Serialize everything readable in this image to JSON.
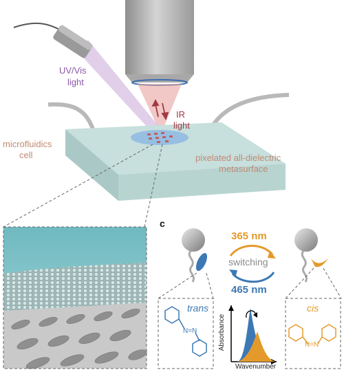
{
  "labels": {
    "uv_vis": "UV/Vis",
    "light_a": "light",
    "ir": "IR",
    "light_b": "light",
    "microfluidics": "microfluidics",
    "cell": "cell",
    "pixelated": "pixelated all-dielectric",
    "metasurface": "metasurface",
    "panel_c": "c",
    "nm365": "365 nm",
    "switching": "switching",
    "nm465": "465 nm",
    "trans": "trans",
    "cis": "cis",
    "absorbance": "Absorbance",
    "wavenumber": "Wavenumber",
    "nn_trans": "N=N",
    "nn_cis": "N=N"
  },
  "colors": {
    "purple": "#8a5aa8",
    "ir_red": "#a23a45",
    "tan": "#c08a73",
    "orange": "#e39a2b",
    "blue": "#3c78b4",
    "teal": "#8fc9c9"
  }
}
